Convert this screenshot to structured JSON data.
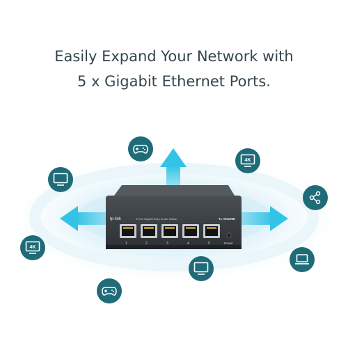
{
  "headline": {
    "line1": "Easily Expand Your Network with",
    "line2": "5 x Gigabit Ethernet Ports."
  },
  "device": {
    "brand": "tp-link",
    "model": "TL-SG105E",
    "description": "5-Port Gigabit Easy Smart Switch",
    "port_numbers": [
      "1",
      "2",
      "3",
      "4",
      "5"
    ],
    "power_label": "Power"
  },
  "icons": {
    "gamepad_top": "gamepad-icon",
    "tv_4k_top": "4k-tv-icon",
    "monitor_left": "monitor-icon",
    "share_right": "share-icon",
    "tv_4k_left": "4k-tv-icon",
    "laptop_right": "laptop-icon",
    "monitor_bottom": "monitor-icon",
    "gamepad_bottom": "gamepad-icon",
    "tv_4k_label": "4K"
  },
  "colors": {
    "teal_badge": "#1f6b78",
    "arrow_cyan": "#33c3e6",
    "halo": "#dff2f8",
    "switch_body": "#33373b"
  }
}
